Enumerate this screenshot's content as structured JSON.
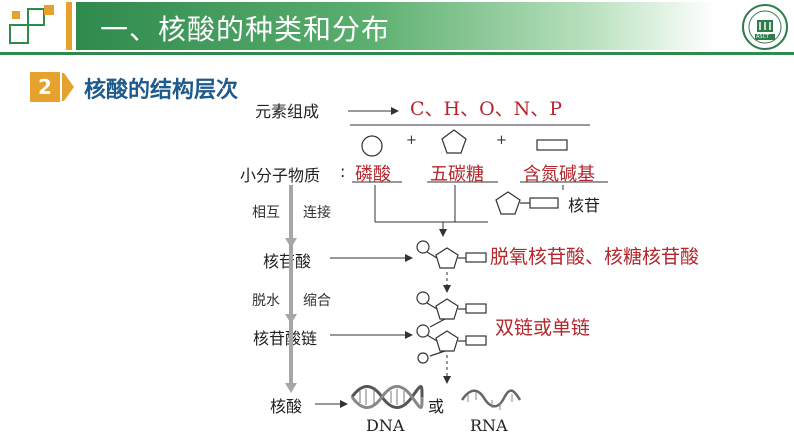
{
  "header": {
    "title": "一、核酸的种类和分布",
    "badge_logo_text": "ASCT",
    "colors": {
      "bar_start": "#2f8a4d",
      "bar_end": "#7cc389",
      "accent": "#e6a22c"
    }
  },
  "section": {
    "number": "2",
    "title": "核酸的结构层次",
    "colors": {
      "number_bg": "#e6a22c",
      "title": "#1e5a8c"
    }
  },
  "diagram": {
    "row_elements": {
      "label": "元素组成",
      "value": "C、H、O、N、P"
    },
    "row_small": {
      "label": "小分子物质",
      "colon": ":",
      "components": [
        "磷酸",
        "五碳糖",
        "含氮碱基"
      ],
      "plus": "+"
    },
    "step_connect": [
      "相互",
      "连接"
    ],
    "nucleoside_label": "核苷",
    "row_nucleotide": {
      "label": "核苷酸",
      "annotation": "脱氧核苷酸、核糖核苷酸"
    },
    "step_dehydrate": [
      "脱水",
      "缩合"
    ],
    "row_chain": {
      "label": "核苷酸链",
      "annotation": "双链或单链"
    },
    "row_nucleic": {
      "label": "核酸",
      "or": "或",
      "dna": "DNA",
      "rna": "RNA"
    },
    "colors": {
      "red_text": "#b3272d",
      "arrow_grey": "#a6a6a6",
      "line": "#333333"
    }
  }
}
